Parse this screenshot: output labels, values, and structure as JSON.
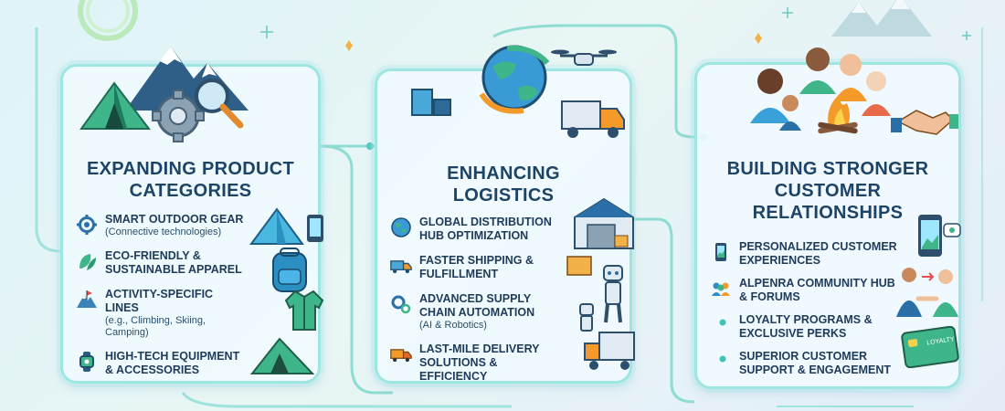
{
  "panels": [
    {
      "title": "EXPANDING PRODUCT CATEGORIES",
      "items": [
        {
          "main": "SMART OUTDOOR GEAR",
          "sub": "(Connective technologies)",
          "icon": "gear-icon"
        },
        {
          "main": "ECO-FRIENDLY & SUSTAINABLE APPAREL",
          "sub": "",
          "icon": "leaf-icon"
        },
        {
          "main": "ACTIVITY-SPECIFIC LINES",
          "sub": "(e.g., Climbing, Skiing, Camping)",
          "icon": "mountain-icon"
        },
        {
          "main": "HIGH-TECH EQUIPMENT & ACCESSORIES",
          "sub": "",
          "icon": "smartwatch-icon"
        }
      ]
    },
    {
      "title": "ENHANCING LOGISTICS",
      "items": [
        {
          "main": "GLOBAL DISTRIBUTION HUB OPTIMIZATION",
          "sub": "",
          "icon": "globe-icon"
        },
        {
          "main": "FASTER SHIPPING & FULFILLMENT",
          "sub": "",
          "icon": "truck-icon"
        },
        {
          "main": "ADVANCED SUPPLY CHAIN AUTOMATION",
          "sub": "(AI & Robotics)",
          "icon": "gears-icon"
        },
        {
          "main": "LAST-MILE DELIVERY SOLUTIONS & EFFICIENCY",
          "sub": "",
          "icon": "delivery-truck-icon"
        }
      ]
    },
    {
      "title": "Building Stronger Customer Relationships",
      "items": [
        {
          "main": "PERSONALIZED CUSTOMER EXPERIENCES",
          "sub": "",
          "icon": "phone-icon"
        },
        {
          "main": "ALPENRA COMMUNITY HUB & FORUMS",
          "sub": "",
          "icon": "community-icon"
        },
        {
          "main": "LOYALTY PROGRAMS & EXCLUSIVE PERKS",
          "sub": "",
          "icon": "bullet-dot-icon"
        },
        {
          "main": "SUPERIOR CUSTOMER SUPPORT & ENGAGEMENT",
          "sub": "",
          "icon": "bullet-dot-icon"
        }
      ]
    }
  ],
  "card_label": "LOYALTY",
  "colors": {
    "panel_border": "#9ee6e1",
    "connector": "#7fe0d6",
    "title_text": "#1d4466",
    "accent_green": "#3fb58a",
    "accent_blue": "#2b7fc1",
    "accent_orange": "#f39a2b"
  }
}
